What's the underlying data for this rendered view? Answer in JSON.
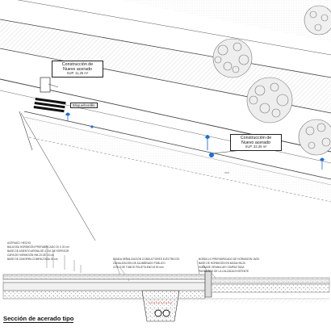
{
  "plan": {
    "label_west": {
      "title": "Construcción de\nNuevo acerado",
      "area": "SUP. 11,25 m²"
    },
    "label_east": {
      "title": "Construcción de\nNuevo acerado",
      "area": "SUP. 33,35 m²"
    },
    "bench_tag": "Bloque/bordillo"
  },
  "section": {
    "title": "Sección de acerado tipo",
    "left_notes": [
      "ACERADO: HECHO",
      "BALDOSA HORMIGÓN PREFABRICADO 20 X 20 cm",
      "BASE DE ASIENTO ARENA DE 4 CM. DE ESPESOR",
      "CAPA DE HORMIGÓN HM-20 DE 15 cm",
      "BASE DE ZAHORRA COMPACTADA 25 cm"
    ],
    "middle_notes": [
      "BANDA SEÑALIZACIÓN CONDUCTORES ELÉCTRICOS",
      "CANALIZACIÓN DE ALUMBRADO PÚBLICO",
      "CON 2 DE TUBOS POLIETILENO Ø 90 mm"
    ],
    "right_notes": [
      "BORDILLO PREFABRICADO DE HORMIGÓN 15/25",
      "BASE DE HORMIGÓN EN MASA HM-20",
      "SUBBASE GRANULAR COMPACTADA",
      "PAVIMENTO DE LA CALZADA EXISTENTE"
    ]
  }
}
